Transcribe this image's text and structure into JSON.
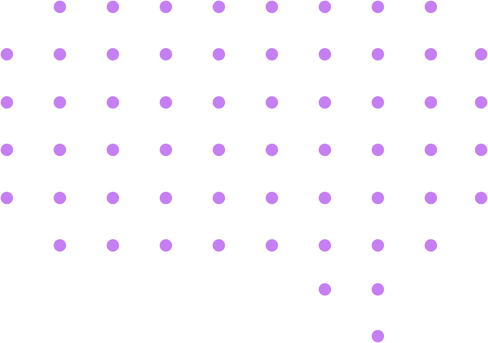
{
  "pattern": {
    "dot_color": "#c57ff3",
    "background_color": "#ffffff",
    "row_counts": [
      8,
      10,
      10,
      10,
      10,
      8,
      2,
      1
    ]
  }
}
